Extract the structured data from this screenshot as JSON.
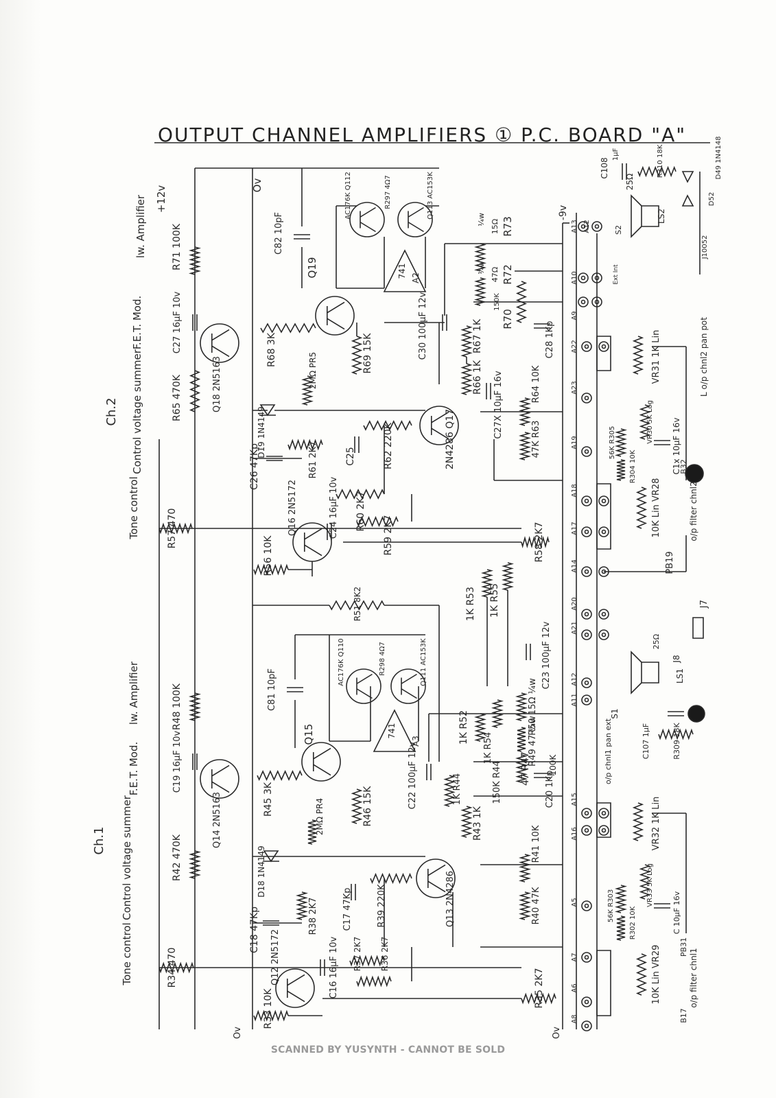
{
  "title": "OUTPUT CHANNEL AMPLIFIERS ① P.C. BOARD \"A\"",
  "footer": "SCANNED BY YUSYNTH - CANNOT BE SOLD",
  "colors": {
    "ink": "#2a2a2a",
    "footer": "#9a9a9a",
    "paper": "#fdfdfb"
  },
  "rails": {
    "zero": "Ov",
    "neg": "-9v",
    "pos": "+12v",
    "pos_small": "+12v"
  },
  "sections": [
    {
      "id": "ch2-header",
      "text": "Ch.2"
    },
    {
      "id": "ch1-header",
      "text": "Ch.1"
    },
    {
      "id": "tone2",
      "text": "Tone control"
    },
    {
      "id": "cvs2",
      "text": "Control voltage summer"
    },
    {
      "id": "fet2",
      "text": "F.E.T. Mod."
    },
    {
      "id": "amp2",
      "text": "lw. Amplifier"
    },
    {
      "id": "tone1",
      "text": "Tone control"
    },
    {
      "id": "cvs1",
      "text": "Control voltage summer"
    },
    {
      "id": "fet1",
      "text": "F.E.T. Mod."
    },
    {
      "id": "amp1",
      "text": "lw. Amplifier"
    }
  ],
  "labels": [
    {
      "id": "C108",
      "text": "C108"
    },
    {
      "id": "C108v",
      "text": "1µF"
    },
    {
      "id": "R310",
      "text": "R310 18K"
    },
    {
      "id": "D49",
      "text": "D49 1N4148"
    },
    {
      "id": "D52",
      "text": "D52"
    },
    {
      "id": "ohm25a",
      "text": "25Ω"
    },
    {
      "id": "LS2",
      "text": "LS2"
    },
    {
      "id": "S2",
      "text": "S2"
    },
    {
      "id": "J10",
      "text": "J10052"
    },
    {
      "id": "emf",
      "text": "Ext Int"
    },
    {
      "id": "R73",
      "text": "R73"
    },
    {
      "id": "R73v",
      "text": "15Ω"
    },
    {
      "id": "w1",
      "text": "¼w"
    },
    {
      "id": "R72",
      "text": "R72"
    },
    {
      "id": "R72v",
      "text": "47Ω"
    },
    {
      "id": "w2",
      "text": "¼w"
    },
    {
      "id": "R70",
      "text": "R70"
    },
    {
      "id": "R70v",
      "text": "150K"
    },
    {
      "id": "A13",
      "text": "A13"
    },
    {
      "id": "A12b",
      "text": "A12"
    },
    {
      "id": "A10",
      "text": "A10"
    },
    {
      "id": "A9",
      "text": "A9"
    },
    {
      "id": "A22",
      "text": "A22"
    },
    {
      "id": "A23",
      "text": "A23"
    },
    {
      "id": "A19",
      "text": "A19"
    },
    {
      "id": "A18",
      "text": "A18"
    },
    {
      "id": "A17",
      "text": "A17"
    },
    {
      "id": "A14",
      "text": "A14"
    },
    {
      "id": "A20",
      "text": "A20"
    },
    {
      "id": "A21",
      "text": "A21"
    },
    {
      "id": "A12",
      "text": "A12"
    },
    {
      "id": "A11",
      "text": "A11"
    },
    {
      "id": "A15",
      "text": "A15"
    },
    {
      "id": "A16",
      "text": "A16"
    },
    {
      "id": "A5",
      "text": "A5"
    },
    {
      "id": "A7",
      "text": "A7"
    },
    {
      "id": "A6",
      "text": "A6"
    },
    {
      "id": "A8",
      "text": "A8"
    },
    {
      "id": "Q112",
      "text": "AC176K Q112"
    },
    {
      "id": "Q113",
      "text": "Q113 AC153K"
    },
    {
      "id": "R297",
      "text": "R297 4Ω7"
    },
    {
      "id": "Q19",
      "text": "Q19"
    },
    {
      "id": "C82",
      "text": "C82 10pF"
    },
    {
      "id": "A2",
      "text": "A2"
    },
    {
      "id": "IC741a",
      "text": "741"
    },
    {
      "id": "R71",
      "text": "R71 100K"
    },
    {
      "id": "C27",
      "text": "C27 16µF 10v"
    },
    {
      "id": "Q18",
      "text": "Q18 2N5163"
    },
    {
      "id": "R68",
      "text": "R68 3K"
    },
    {
      "id": "PR5",
      "text": "2MΩ PR5"
    },
    {
      "id": "R69",
      "text": "R69 15K"
    },
    {
      "id": "C30",
      "text": "C30 100µF 12v"
    },
    {
      "id": "R67",
      "text": "R67 1K"
    },
    {
      "id": "C28",
      "text": "C28 1Kp"
    },
    {
      "id": "R66",
      "text": "R66 1K"
    },
    {
      "id": "R64",
      "text": "R64 10K"
    },
    {
      "id": "R65",
      "text": "R65 470K"
    },
    {
      "id": "D19",
      "text": "D19 1N4149"
    },
    {
      "id": "Q17",
      "text": "2N4286 Q17"
    },
    {
      "id": "C27x",
      "text": "C27X 10µF 16v"
    },
    {
      "id": "R63",
      "text": "47K R63"
    },
    {
      "id": "C26",
      "text": "C26 47Kp"
    },
    {
      "id": "R61",
      "text": "R61 2K7"
    },
    {
      "id": "C25",
      "text": "C25"
    },
    {
      "id": "R62",
      "text": "R62 220K"
    },
    {
      "id": "R305",
      "text": "56K R305"
    },
    {
      "id": "R304",
      "text": "R304 10K"
    },
    {
      "id": "C1x",
      "text": "C1x 10µF 16v"
    },
    {
      "id": "B32",
      "text": "B32"
    },
    {
      "id": "VR31",
      "text": "VR31 1K Lin"
    },
    {
      "id": "VR30",
      "text": "VR30 5K Log"
    },
    {
      "id": "op2",
      "text": "L o/p chnl2 pan pot"
    },
    {
      "id": "Q16",
      "text": "Q16 2N5172"
    },
    {
      "id": "C24",
      "text": "C24 16µF 10v"
    },
    {
      "id": "R60",
      "text": "R60 2K7"
    },
    {
      "id": "R59",
      "text": "R59 2K7"
    },
    {
      "id": "VR28",
      "text": "10K Lin VR28"
    },
    {
      "id": "filt2",
      "text": "o/p filter chnl2"
    },
    {
      "id": "R57",
      "text": "R57 470"
    },
    {
      "id": "R56",
      "text": "R56 10K"
    },
    {
      "id": "R58",
      "text": "R58 2K7"
    },
    {
      "id": "PB19",
      "text": "PB19"
    },
    {
      "id": "R51",
      "text": "R51 8K2"
    },
    {
      "id": "R53",
      "text": "1K R53"
    },
    {
      "id": "R55",
      "text": "1K R55"
    },
    {
      "id": "C23",
      "text": "C23 100µF 12v"
    },
    {
      "id": "J7",
      "text": "J7"
    },
    {
      "id": "ohm25b",
      "text": "25Ω"
    },
    {
      "id": "LS1",
      "text": "LS1"
    },
    {
      "id": "J8",
      "text": "J8"
    },
    {
      "id": "R309",
      "text": "R309 18K"
    },
    {
      "id": "S1",
      "text": "S1"
    },
    {
      "id": "Q110",
      "text": "AC176K Q110"
    },
    {
      "id": "Q111",
      "text": "Q111 AC153K"
    },
    {
      "id": "R298",
      "text": "R298 4Ω7"
    },
    {
      "id": "C81",
      "text": "C81 10pF"
    },
    {
      "id": "Q15",
      "text": "Q15"
    },
    {
      "id": "IC741b",
      "text": "741"
    },
    {
      "id": "A3",
      "text": "A3"
    },
    {
      "id": "R52",
      "text": "1K R52"
    },
    {
      "id": "R54",
      "text": "1K R54"
    },
    {
      "id": "R50",
      "text": "R50 15Ω ¼w"
    },
    {
      "id": "R49",
      "text": "R49 47 ¼w"
    },
    {
      "id": "R47",
      "text": "47 R47"
    },
    {
      "id": "c100k",
      "text": "100K"
    },
    {
      "id": "op1",
      "text": "o/p chnl1 pan ext"
    },
    {
      "id": "C107",
      "text": "C107 1µF"
    },
    {
      "id": "R48",
      "text": "R48 100K"
    },
    {
      "id": "C19",
      "text": "C19 16µF 10v"
    },
    {
      "id": "Q14",
      "text": "Q14 2N5163"
    },
    {
      "id": "R45",
      "text": "R45 3K"
    },
    {
      "id": "PR4",
      "text": "2MΩ PR4"
    },
    {
      "id": "R46",
      "text": "R46 15K"
    },
    {
      "id": "C22",
      "text": "C22 100µF 12v"
    },
    {
      "id": "R44",
      "text": "1K R44"
    },
    {
      "id": "R44b",
      "text": "150K R44"
    },
    {
      "id": "C20",
      "text": "C20 1Kp"
    },
    {
      "id": "VR32",
      "text": "VR32 1K Lin"
    },
    {
      "id": "VR33",
      "text": "VR33 5K Log"
    },
    {
      "id": "R42",
      "text": "R42 470K"
    },
    {
      "id": "D18",
      "text": "D18 1N4149"
    },
    {
      "id": "R43",
      "text": "R43 1K"
    },
    {
      "id": "R41",
      "text": "R41 10K"
    },
    {
      "id": "Q13",
      "text": "Q13 2N4286"
    },
    {
      "id": "R40",
      "text": "R40 47K"
    },
    {
      "id": "R303",
      "text": "56K R303"
    },
    {
      "id": "R302",
      "text": "R302 10K"
    },
    {
      "id": "C1y",
      "text": "C 10µF 16v"
    },
    {
      "id": "PB31",
      "text": "PB31"
    },
    {
      "id": "C18",
      "text": "C18 47Kp"
    },
    {
      "id": "R38",
      "text": "R38 2K7"
    },
    {
      "id": "C17",
      "text": "C17 47Kp"
    },
    {
      "id": "R39",
      "text": "R39 220K"
    },
    {
      "id": "R37",
      "text": "R37 2K7"
    },
    {
      "id": "R36",
      "text": "R36 2K7"
    },
    {
      "id": "VR29",
      "text": "10K Lin VR29"
    },
    {
      "id": "filt1",
      "text": "o/p filter chnl1"
    },
    {
      "id": "R34",
      "text": "R34 470"
    },
    {
      "id": "Q12",
      "text": "Q12 2N5172"
    },
    {
      "id": "C16",
      "text": "C16 16µF 10v"
    },
    {
      "id": "R33",
      "text": "R33 10K"
    },
    {
      "id": "R35",
      "text": "R35 2K7"
    },
    {
      "id": "ov1",
      "text": "Ov"
    },
    {
      "id": "ov2",
      "text": "Ov"
    },
    {
      "id": "B17",
      "text": "B17"
    }
  ]
}
